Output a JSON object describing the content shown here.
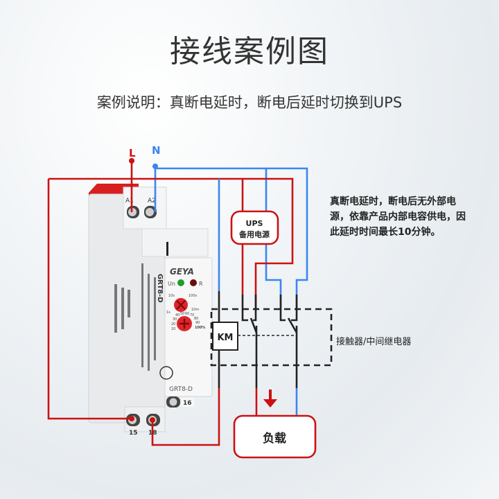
{
  "header": {
    "title": "接线案例图",
    "subtitle": "案例说明：真断电延时，断电后延时切换到UPS"
  },
  "power_inputs": {
    "live_label": "L",
    "neutral_label": "N",
    "live_color": "#cc1111",
    "neutral_color": "#3a86f0"
  },
  "device": {
    "brand": "GEYA",
    "model": "GRT8-D",
    "terminals": {
      "a1": "A1",
      "a2": "A2",
      "t15": "15",
      "t16": "16",
      "t18": "18"
    },
    "indicators": {
      "un": "Un",
      "r": "R"
    },
    "time_dial_labels": [
      "10s",
      "100s",
      "1s",
      "10m"
    ],
    "percent_dial_labels": [
      "10",
      "20",
      "30",
      "40",
      "50",
      "60",
      "70",
      "80",
      "90",
      "100%"
    ]
  },
  "ups_box": {
    "line1": "UPS",
    "line2": "备用电源"
  },
  "contactor": {
    "coil_label": "KM",
    "label": "接触器/中间继电器"
  },
  "load_box": {
    "label": "负载"
  },
  "note": {
    "text": "真断电延时，断电后无外部电源，依靠产品内部电容供电，因此延时时间最长10分钟。"
  },
  "colors": {
    "red": "#cc1111",
    "blue": "#3a86f0",
    "dashed": "#222222"
  }
}
